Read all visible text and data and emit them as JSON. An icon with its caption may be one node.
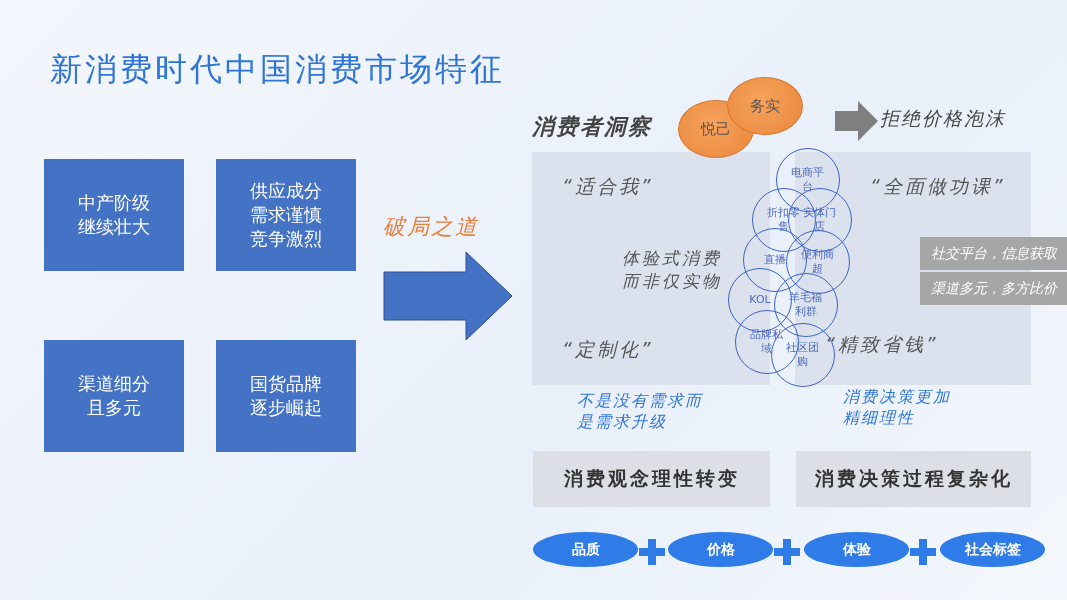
{
  "diagram": {
    "title": "新消费时代中国消费市场特征",
    "nodes": [
      {
        "text": [
          "中产阶级继续壮大"
        ]
      },
      {
        "text": [
          "供应成分需求谨慎竞争激烈"
        ]
      },
      {
        "text": [
          "渠道细分且多元"
        ]
      },
      {
        "text": [
          "国货品牌逐步崛起"
        ]
      },
      {
        "text": [
          "“适合我”",
          "体验式消费而非仅实物",
          "“定制化”"
        ]
      },
      {
        "text": [
          "“全面做功课”",
          "“精致省钱”"
        ]
      },
      {
        "text": [
          "悦己"
        ]
      },
      {
        "text": [
          "务实"
        ]
      },
      {
        "text": [
          "电商平台"
        ]
      },
      {
        "text": [
          "折扣零售"
        ]
      },
      {
        "text": [
          "实体门店"
        ]
      },
      {
        "text": [
          "直播"
        ]
      },
      {
        "text": [
          "便利商超"
        ]
      },
      {
        "text": [
          "KOL"
        ]
      },
      {
        "text": [
          "羊毛福利群"
        ]
      },
      {
        "text": [
          "品牌私域"
        ]
      },
      {
        "text": [
          "社区团购"
        ]
      },
      {
        "text": [
          "拒绝价格泡沫"
        ]
      },
      {
        "text": [
          "社交平台，信息获取"
        ]
      },
      {
        "text": [
          "渠道多元，多方比价"
        ]
      },
      {
        "text": [
          "消费观念理性转变"
        ]
      },
      {
        "text": [
          "消费决策过程复杂化"
        ]
      },
      {
        "text": [
          "品质"
        ]
      },
      {
        "text": [
          "价格"
        ]
      },
      {
        "text": [
          "体验"
        ]
      },
      {
        "text": [
          "社会标签"
        ]
      }
    ],
    "edges": [
      {
        "from": null,
        "to": 17,
        "arrow": "to"
      }
    ],
    "labels": [
      "消费者洞察",
      "破局之道",
      "不是没有需求而是需求升级",
      "消费决策更加精细理性"
    ]
  }
}
